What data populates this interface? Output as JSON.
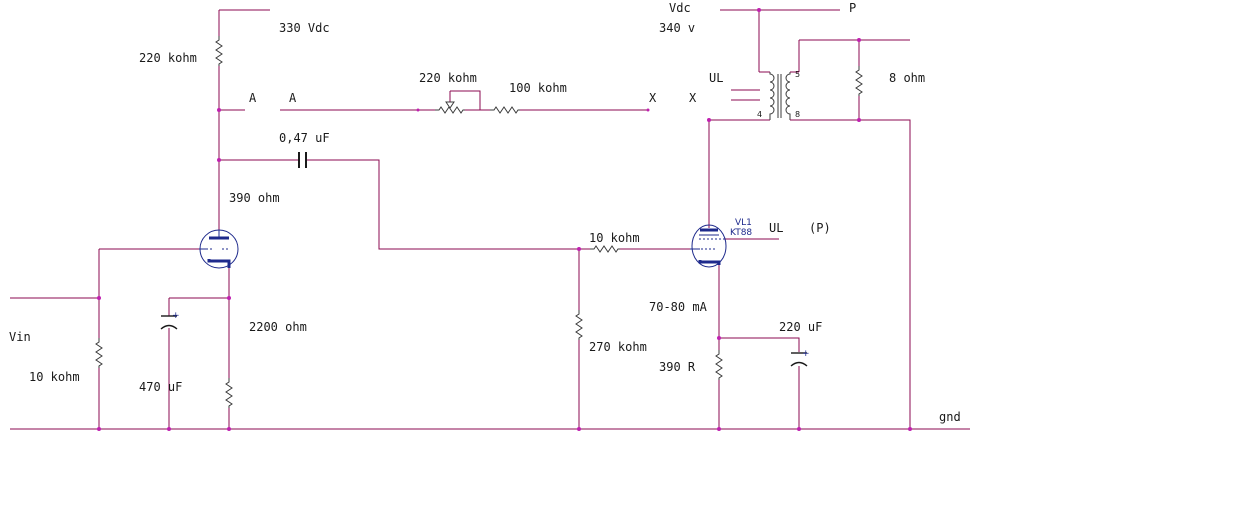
{
  "labels": {
    "supply_330": "330 Vdc",
    "r_220k_top": "220 kohm",
    "node_a_left": "A",
    "node_a_right": "A",
    "pot_220k": "220 kohm",
    "r_100k": "100 kohm",
    "node_x_left": "X",
    "node_x_right": "X",
    "vdc": "Vdc",
    "v_340": "340 v",
    "p_top": "P",
    "ul_trafo": "UL",
    "r_8ohm": "8 ohm",
    "pin_4": "4",
    "pin_5": "5",
    "pin_8": "8",
    "cap_047": "0,47 uF",
    "r_390ohm": "390 ohm",
    "r_10k_grid": "10 kohm",
    "tube_ref": "VL1",
    "tube_type": "KT88",
    "ul_tube": "UL",
    "p_tube": "(P)",
    "vin": "Vin",
    "r_10k_in": "10 kohm",
    "cap_470": "470 uF",
    "r_2200": "2200 ohm",
    "r_270k": "270 kohm",
    "current": "70-80 mA",
    "r_390r": "390 R",
    "cap_220": "220 uF",
    "gnd": "gnd",
    "plus_a": "+",
    "plus_b": "+"
  }
}
